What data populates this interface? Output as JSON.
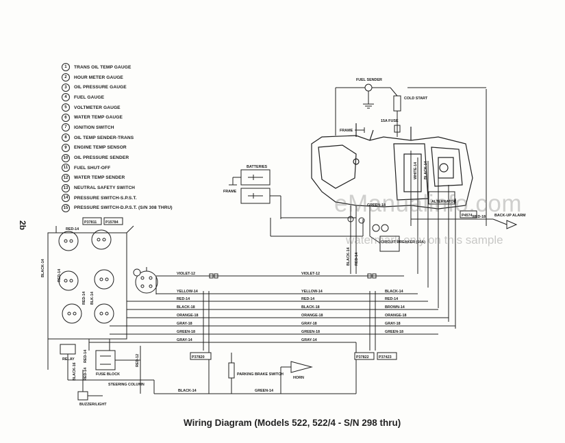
{
  "page_number": "2b",
  "caption": "Wiring Diagram (Models 522, 522/4 - S/N 298 thru)",
  "watermark": {
    "site": "eManualinfo.com",
    "note": "watermark only on this sample"
  },
  "legend": [
    {
      "num": "1",
      "label": "TRANS OIL TEMP GAUGE"
    },
    {
      "num": "2",
      "label": "HOUR METER GAUGE"
    },
    {
      "num": "3",
      "label": "OIL PRESSURE GAUGE"
    },
    {
      "num": "4",
      "label": "FUEL GAUGE"
    },
    {
      "num": "5",
      "label": "VOLTMETER GAUGE"
    },
    {
      "num": "6",
      "label": "WATER TEMP GAUGE"
    },
    {
      "num": "7",
      "label": "IGNITION SWITCH"
    },
    {
      "num": "8",
      "label": "OIL TEMP SENDER-TRANS"
    },
    {
      "num": "9",
      "label": "ENGINE TEMP SENSOR"
    },
    {
      "num": "10",
      "label": "OIL PRESSURE SENDER"
    },
    {
      "num": "11",
      "label": "FUEL SHUT-OFF"
    },
    {
      "num": "12",
      "label": "WATER TEMP SENDER"
    },
    {
      "num": "13",
      "label": "NEUTRAL SAFETY SWITCH"
    },
    {
      "num": "14",
      "label": "PRESSURE SWITCH-S.P.S.T."
    },
    {
      "num": "15",
      "label": "PRESSURE SWITCH-D.P.S.T. (S/N 308 THRU)"
    }
  ],
  "labels": {
    "fuel_sender": "FUEL SENDER",
    "cold_start": "COLD START",
    "fuse_15a": "15A FUSE",
    "frame_top": "FRAME",
    "batteries": "BATTERIES",
    "frame_left": "FRAME",
    "alternator": "ALTERNATOR",
    "backup_alarm": "BACK-UP ALARM",
    "circuit_breaker": "CIRCUIT BREAKER (50A)",
    "horn": "HORN",
    "parking_brake": "PARKING BRAKE SWITCH",
    "relay": "RELAY",
    "fuse_block": "FUSE BLOCK",
    "steering_column": "STEERING COLUMN",
    "buzzer": "BUZZER/LIGHT",
    "connector_p37811": "P37811",
    "connector_p15784": "P15784",
    "connector_p37820": "P37820",
    "connector_p37822": "P37822",
    "connector_p37423": "P37423",
    "connector_p4574": "P4574"
  },
  "harness_wires": [
    {
      "left": "VIOLET-12",
      "mid": "VIOLET-12",
      "right": ""
    },
    {
      "left": "YELLOW-14",
      "mid": "YELLOW-14",
      "right": "BLACK-14"
    },
    {
      "left": "RED-14",
      "mid": "RED-14",
      "right": "RED-14"
    },
    {
      "left": "BLACK-18",
      "mid": "BLACK-18",
      "right": "BROWN-14"
    },
    {
      "left": "ORANGE-18",
      "mid": "ORANGE-18",
      "right": "ORANGE-18"
    },
    {
      "left": "GRAY-18",
      "mid": "GRAY-18",
      "right": "GRAY-18"
    },
    {
      "left": "GREEN-18",
      "mid": "GREEN-18",
      "right": "GREEN-18"
    },
    {
      "left": "GRAY-14",
      "mid": "GRAY-14",
      "right": ""
    }
  ],
  "wire_labels": {
    "red14_top": "RED-14",
    "black14_left": "BLACK-14",
    "red14_left": "RED-14",
    "red14_mid": "RED-14",
    "blk14_mid": "BLK-14",
    "black16_bottom": "BLACK-16",
    "red14_bottom": "RED-14",
    "red12": "RED-12",
    "red14_relay": "RED-14",
    "black14_bottom": "BLACK-14",
    "green14_bottom": "GREEN-14",
    "red18_right": "RED-18",
    "white14": "WHITE-14",
    "black14_engine": "BLACK-14",
    "black14_vertical": "BLACK-14",
    "red14_vertical": "RED-14",
    "green18_top": "GREEN-18"
  }
}
